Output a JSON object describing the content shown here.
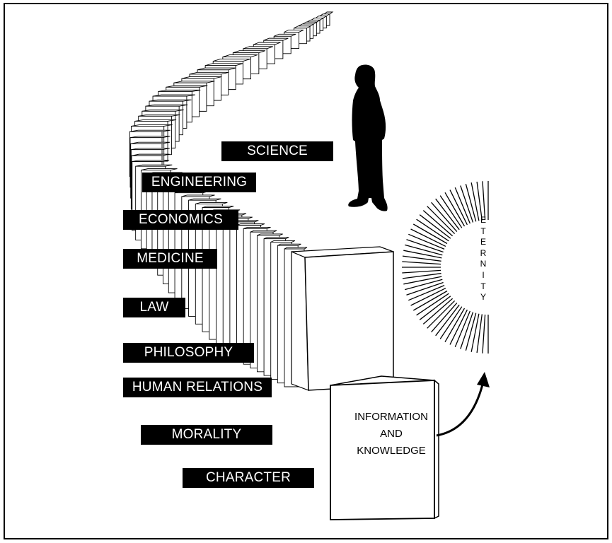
{
  "categories": [
    {
      "id": "science",
      "label": "SCIENCE"
    },
    {
      "id": "engineering",
      "label": "ENGINEERING"
    },
    {
      "id": "economics",
      "label": "ECONOMICS"
    },
    {
      "id": "medicine",
      "label": "MEDICINE"
    },
    {
      "id": "law",
      "label": "LAW"
    },
    {
      "id": "philosophy",
      "label": "PHILOSOPHY"
    },
    {
      "id": "human-relations",
      "label": "HUMAN RELATIONS"
    },
    {
      "id": "morality",
      "label": "MORALITY"
    },
    {
      "id": "character",
      "label": "CHARACTER"
    }
  ],
  "book": {
    "lines": [
      "INFORMATION",
      "AND",
      "KNOWLEDGE"
    ]
  },
  "eternity": {
    "letters": [
      "E",
      "T",
      "E",
      "R",
      "N",
      "I",
      "T",
      "Y"
    ]
  },
  "colors": {
    "ink": "#000000",
    "paper": "#ffffff"
  }
}
